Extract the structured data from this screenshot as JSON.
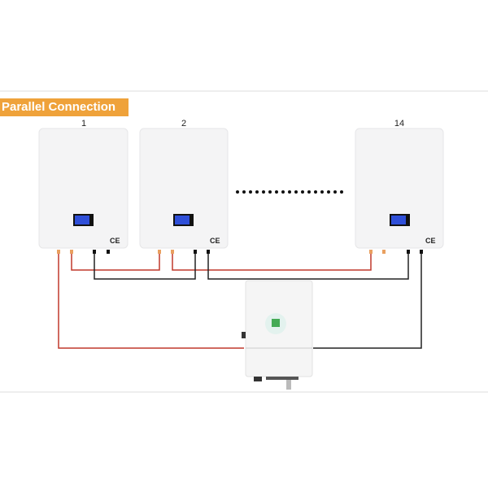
{
  "title": "Parallel Connection",
  "batteries": [
    {
      "label": "1"
    },
    {
      "label": "2"
    },
    {
      "label": "14"
    }
  ],
  "cert_mark": "CE",
  "colors": {
    "banner": "#EFA23A",
    "positive_wire": "#C0392B",
    "negative_wire": "#222222",
    "screen": "#2F4FD8"
  }
}
